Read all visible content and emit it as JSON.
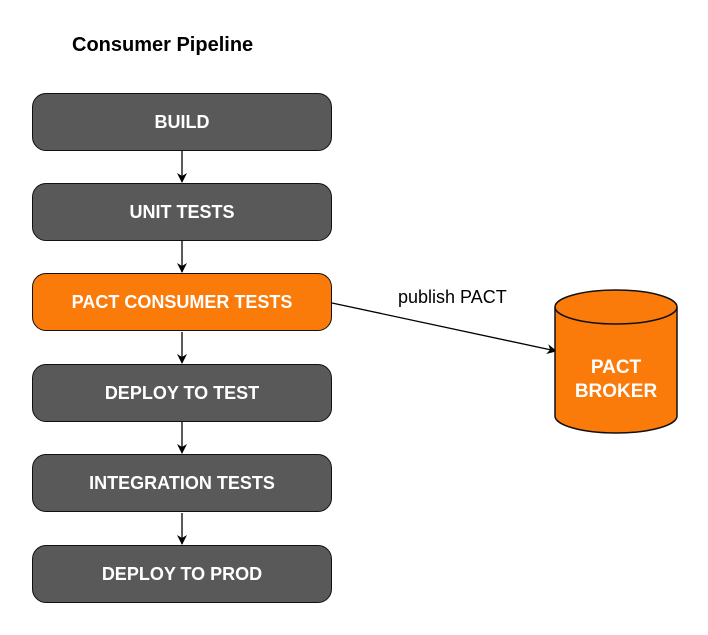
{
  "title": "Consumer Pipeline",
  "stages": [
    {
      "label": "BUILD",
      "color": "gray"
    },
    {
      "label": "UNIT TESTS",
      "color": "gray"
    },
    {
      "label": "PACT CONSUMER TESTS",
      "color": "orange"
    },
    {
      "label": "DEPLOY TO TEST",
      "color": "gray"
    },
    {
      "label": "INTEGRATION TESTS",
      "color": "gray"
    },
    {
      "label": "DEPLOY TO PROD",
      "color": "gray"
    }
  ],
  "edge_label": "publish PACT",
  "broker": {
    "line1": "PACT",
    "line2": "BROKER"
  },
  "colors": {
    "stage_gray": "#595959",
    "stage_orange": "#fa7a0a",
    "border": "#111111"
  }
}
